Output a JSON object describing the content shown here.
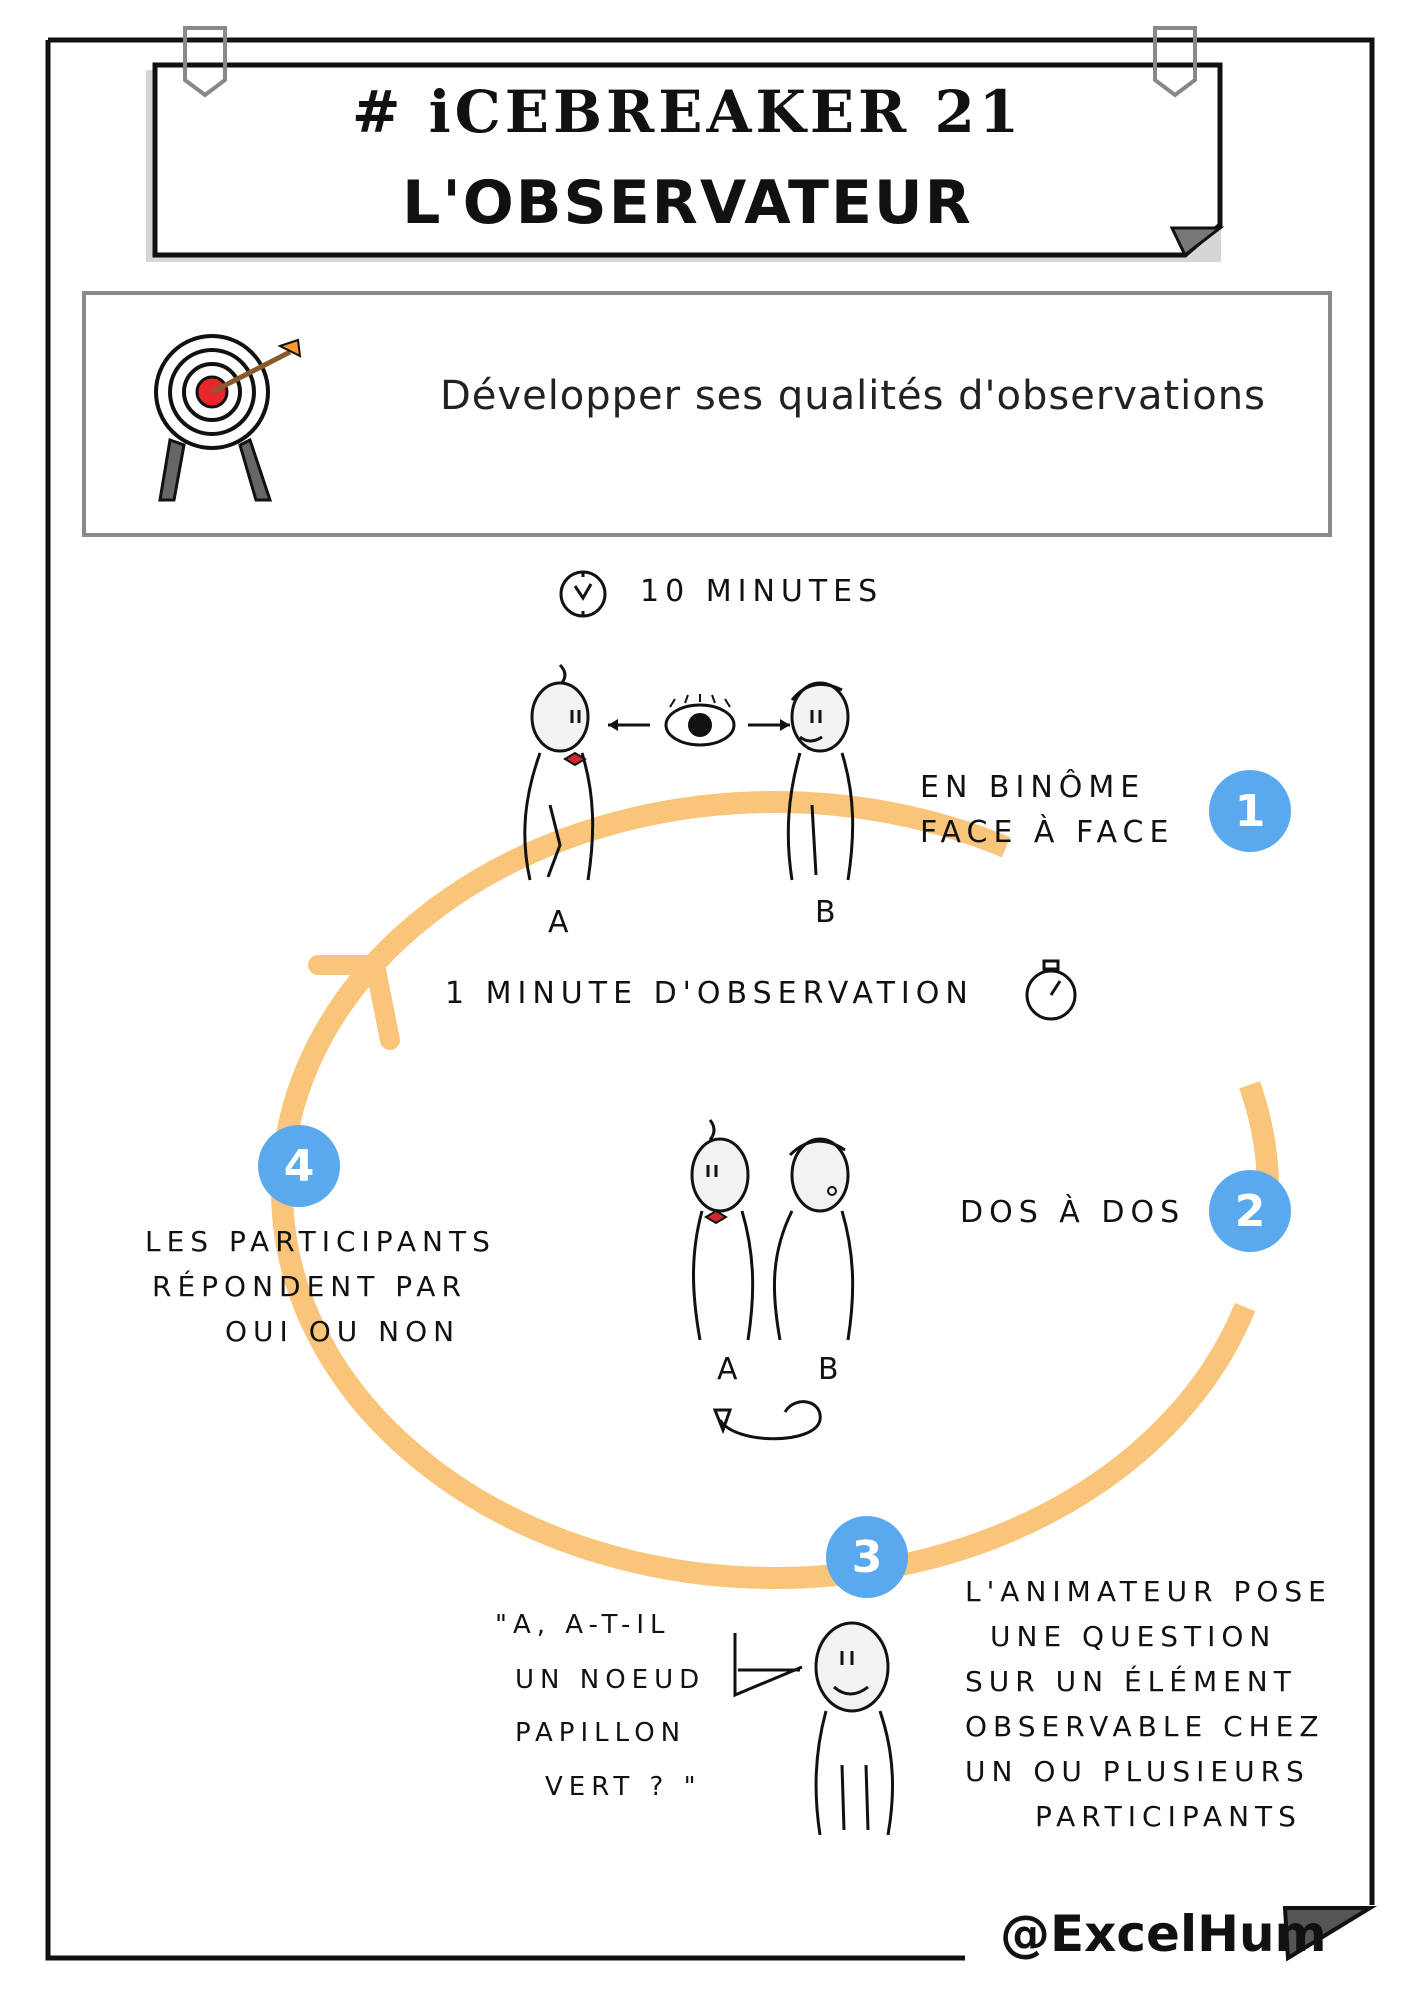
{
  "header": {
    "hashtag": "# iCEBREAKER 21",
    "title": "L'OBSERVATEUR"
  },
  "objective": {
    "icon": "target-icon",
    "text": "Développer ses qualités d'observations"
  },
  "duration": {
    "icon": "clock-icon",
    "text": "10 MINUTES"
  },
  "steps": [
    {
      "number": "1",
      "lines": [
        "EN BINÔME",
        "FACE À FACE"
      ]
    },
    {
      "number": "2",
      "lines": [
        "DOS À DOS"
      ]
    },
    {
      "number": "3",
      "lines": [
        "L'ANIMATEUR POSE",
        "UNE QUESTION",
        "SUR UN ÉLÉMENT",
        "OBSERVABLE CHEZ",
        "UN OU PLUSIEURS",
        "PARTICIPANTS"
      ]
    },
    {
      "number": "4",
      "lines": [
        "LES PARTICIPANTS",
        "RÉPONDENT PAR",
        "OUI ou NON"
      ]
    }
  ],
  "observation": {
    "text": "1 MINUTE D'OBSERVATION",
    "icon": "stopwatch-icon"
  },
  "labels": {
    "face_a": "A",
    "face_b": "B",
    "back_a": "A",
    "back_b": "B"
  },
  "question": {
    "lines": [
      "\"A, A-T-IL",
      "UN NOEUD",
      "PAPILLON",
      "VERT ? \""
    ]
  },
  "footer": {
    "handle": "@ExcelHum"
  },
  "colors": {
    "cycle": "#f9c57a",
    "badge": "#5aa9ef",
    "bowtie": "#d0282e",
    "target_center": "#e8262c"
  }
}
